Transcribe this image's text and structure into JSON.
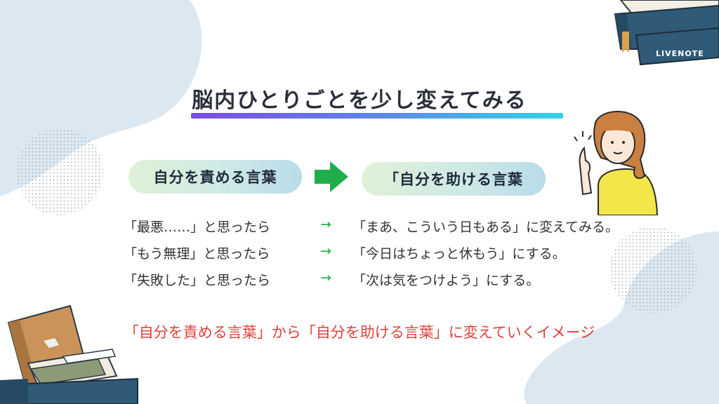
{
  "slide": {
    "title": "脳内ひとりごとを少し変えてみる",
    "left_pill": "自分を責める言葉",
    "right_pill": "「自分を助ける言葉",
    "arrow_glyph": "→",
    "rows": [
      {
        "condition": "「最悪……」と思ったら",
        "result": "「まあ、こういう日もある」に変えてみる。"
      },
      {
        "condition": "「もう無理」と思ったら",
        "result": "「今日はちょっと休もう」にする。"
      },
      {
        "condition": "「失敗した」と思ったら",
        "result": "「次は気をつけよう」にする。"
      }
    ],
    "summary": "「自分を責める言葉」から「自分を助ける言葉」に変えていくイメージ"
  },
  "branding": {
    "book_label": "LIVENOTE"
  },
  "colors": {
    "title_underline": [
      "#7b4de0",
      "#33d3e8"
    ],
    "arrow_green": "#1fae4a",
    "summary_red": "#e0403a",
    "pill_gradient": [
      "#dff2d6",
      "#b9dce8"
    ]
  }
}
